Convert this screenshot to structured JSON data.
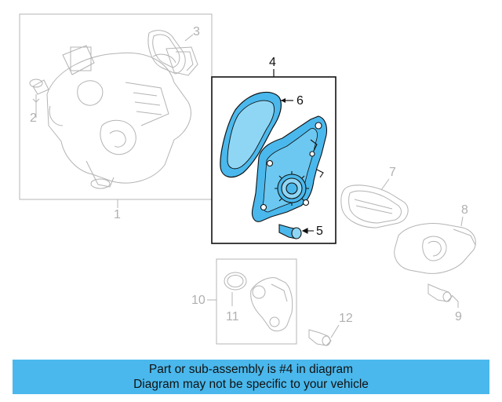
{
  "callouts": {
    "c1": "1",
    "c2": "2",
    "c3": "3",
    "c4": "4",
    "c5": "5",
    "c6": "6",
    "c7": "7",
    "c8": "8",
    "c9": "9",
    "c10": "10",
    "c11": "11",
    "c12": "12"
  },
  "banner": {
    "line1": "Part or sub-assembly is #4 in diagram",
    "line2": "Diagram may not be specific to your vehicle"
  },
  "colors": {
    "highlight": "#4ab8ec",
    "faded": "#b0b0b0",
    "ink": "#111111"
  }
}
